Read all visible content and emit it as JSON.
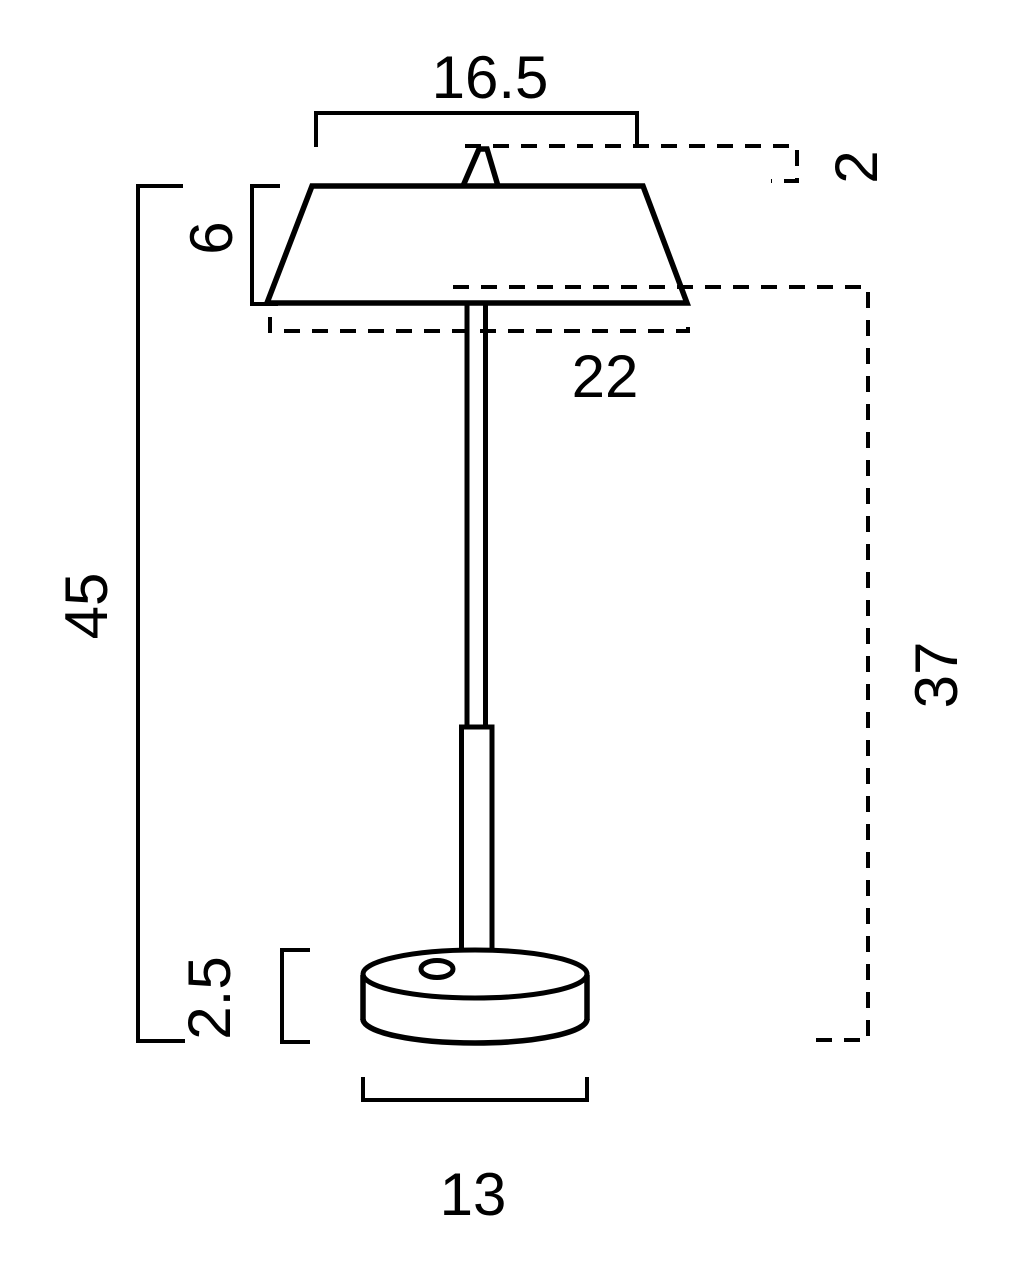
{
  "drawing": {
    "subject": "table-lamp-dimension-diagram",
    "background_color": "#ffffff",
    "line_color": "#000000",
    "dimensions": {
      "shade_top_width": "16.5",
      "finial_height": "2",
      "shade_height": "6",
      "shade_bottom_width": "22",
      "overall_height": "45",
      "base_to_shade_height": "37",
      "base_height": "2.5",
      "base_width": "13"
    }
  }
}
